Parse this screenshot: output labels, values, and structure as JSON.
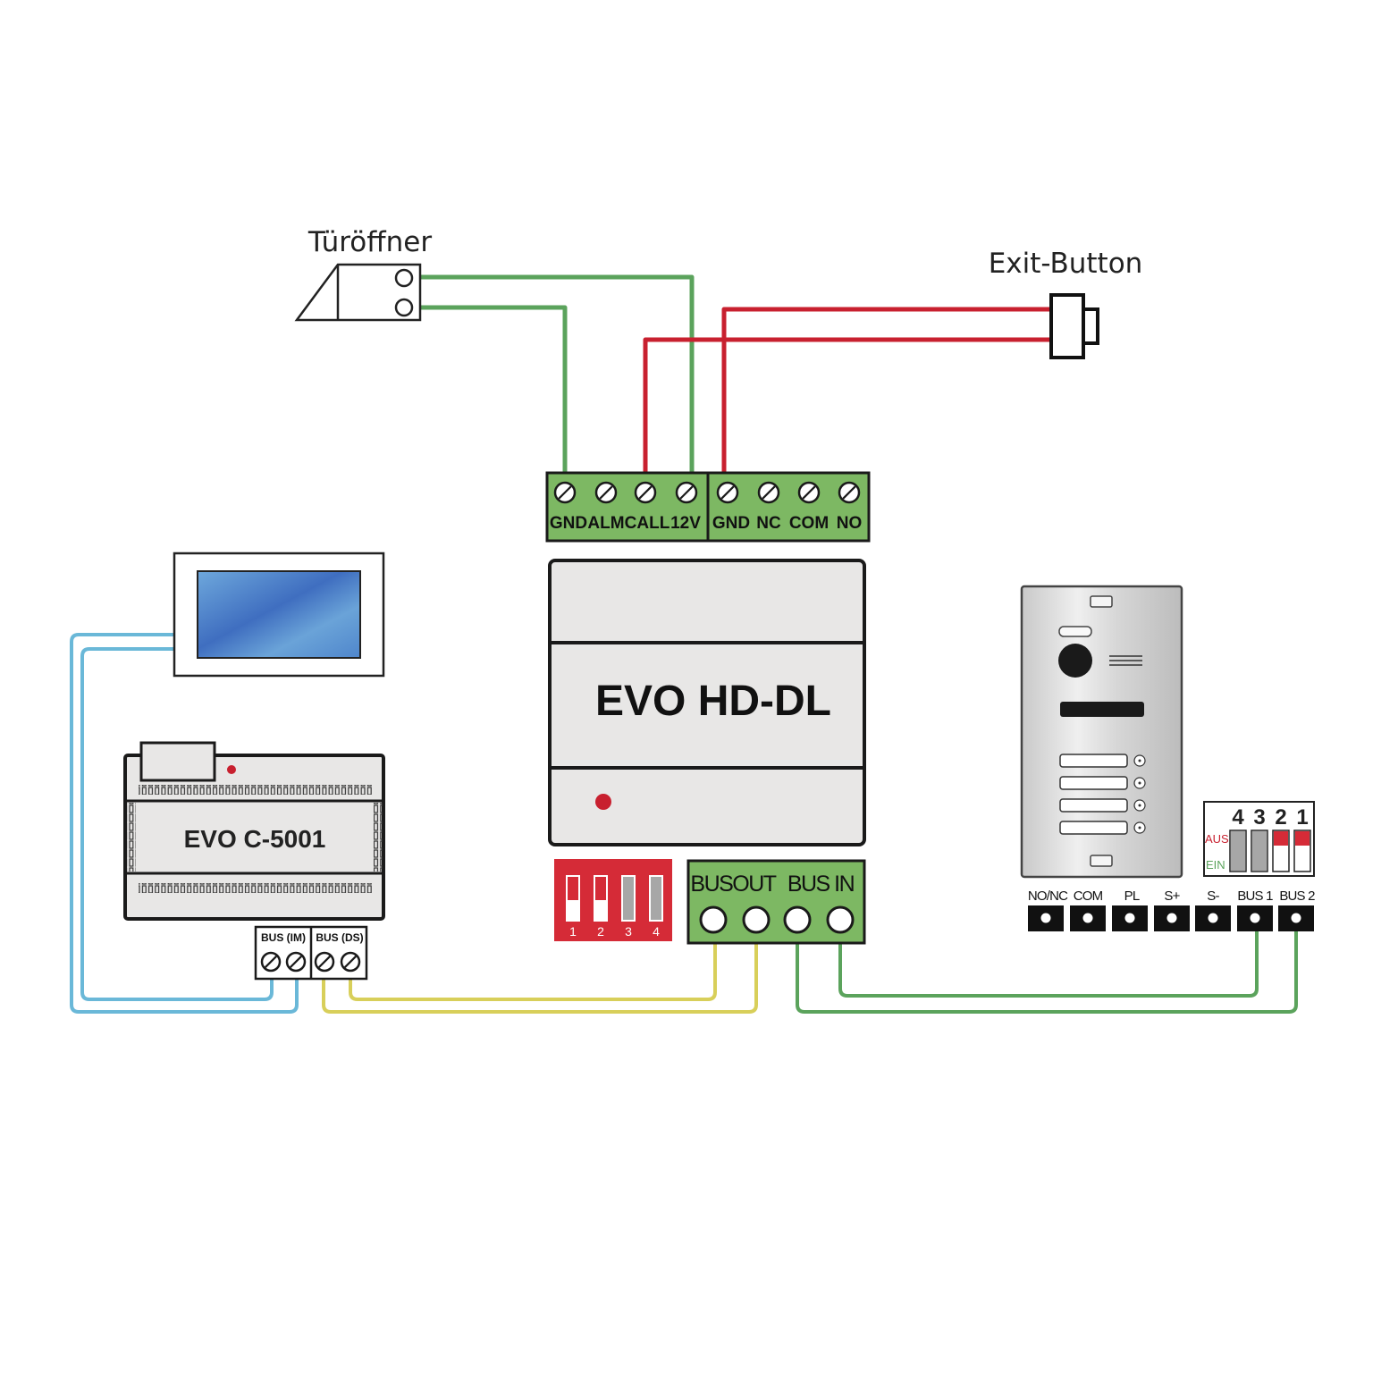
{
  "components": {
    "door_opener": {
      "label": "Türöffner"
    },
    "exit_button": {
      "label": "Exit-Button"
    },
    "hd_dl": {
      "title": "EVO HD-DL",
      "top_terminals": [
        "GND",
        "ALM",
        "CALL",
        "12V",
        "GND",
        "NC",
        "COM",
        "NO"
      ],
      "dip_numbers": [
        "1",
        "2",
        "3",
        "4"
      ],
      "bus_out": "BUSOUT",
      "bus_in": "BUS IN"
    },
    "controller": {
      "title": "EVO C-5001",
      "bus_im": "BUS (IM)",
      "bus_ds": "BUS (DS)"
    },
    "door_station": {
      "terminals": [
        "NO/NC",
        "COM",
        "PL",
        "S+",
        "S-",
        "BUS 1",
        "BUS 2"
      ],
      "dip_numbers": [
        "4",
        "3",
        "2",
        "1"
      ],
      "aus": "AUS",
      "ein": "EIN"
    }
  },
  "colors": {
    "green_wire": "#5ba35c",
    "red_wire": "#c8202f",
    "blue_wire": "#6ab8d8",
    "yellow_wire": "#d8cf5a",
    "terminal_green": "#7db863",
    "dip_red": "#d52b37",
    "module_gray": "#e8e7e6"
  }
}
